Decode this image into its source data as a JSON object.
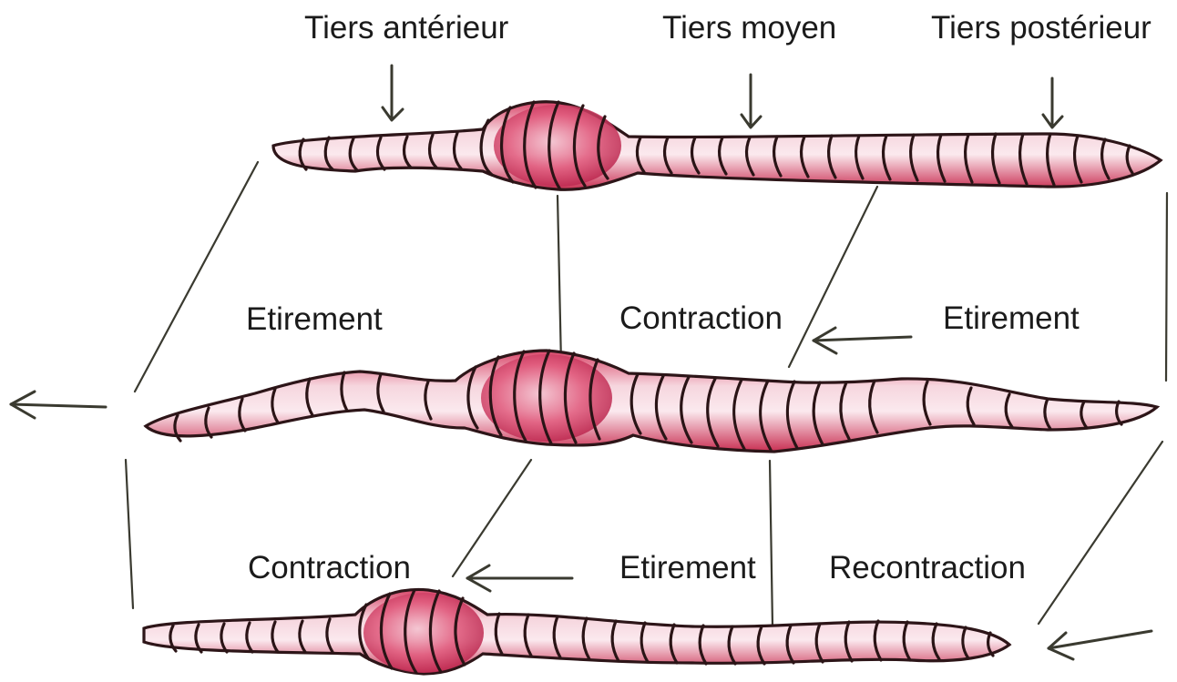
{
  "labels": {
    "anterior_third": "Tiers antérieur",
    "middle_third": "Tiers moyen",
    "posterior_third": "Tiers postérieur",
    "stretch_left": "Etirement",
    "contraction_mid": "Contraction",
    "stretch_right": "Etirement",
    "contraction_bottom": "Contraction",
    "stretch_bottom": "Etirement",
    "recontraction": "Recontraction"
  },
  "colors": {
    "worm_fill_light": "#f7dde4",
    "worm_fill_dark": "#d23a5c",
    "outline": "#2a1416",
    "text": "#1b1b1b"
  }
}
